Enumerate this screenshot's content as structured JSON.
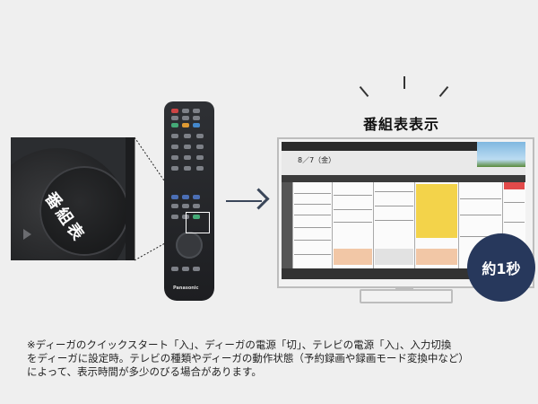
{
  "zoom_panel": {
    "button_label": "番組表"
  },
  "remote": {
    "brand": "Panasonic"
  },
  "tv": {
    "heading": "番組表表示",
    "date": "8／7（金）"
  },
  "badge": {
    "text": "約1秒"
  },
  "note": {
    "line1": "※ディーガのクイックスタート「入」、ディーガの電源「切」、テレビの電源「入」、入力切換",
    "line2": "をディーガに設定時。テレビの種類やディーガの動作状態（予約録画や録画モード変換中など）",
    "line3": "によって、表示時間が多少のびる場合があります。"
  },
  "colors": {
    "accent": "#27385c",
    "arrow": "#3a4659",
    "highlight_yellow": "#f3d34a",
    "highlight_red": "#e24a4a"
  }
}
